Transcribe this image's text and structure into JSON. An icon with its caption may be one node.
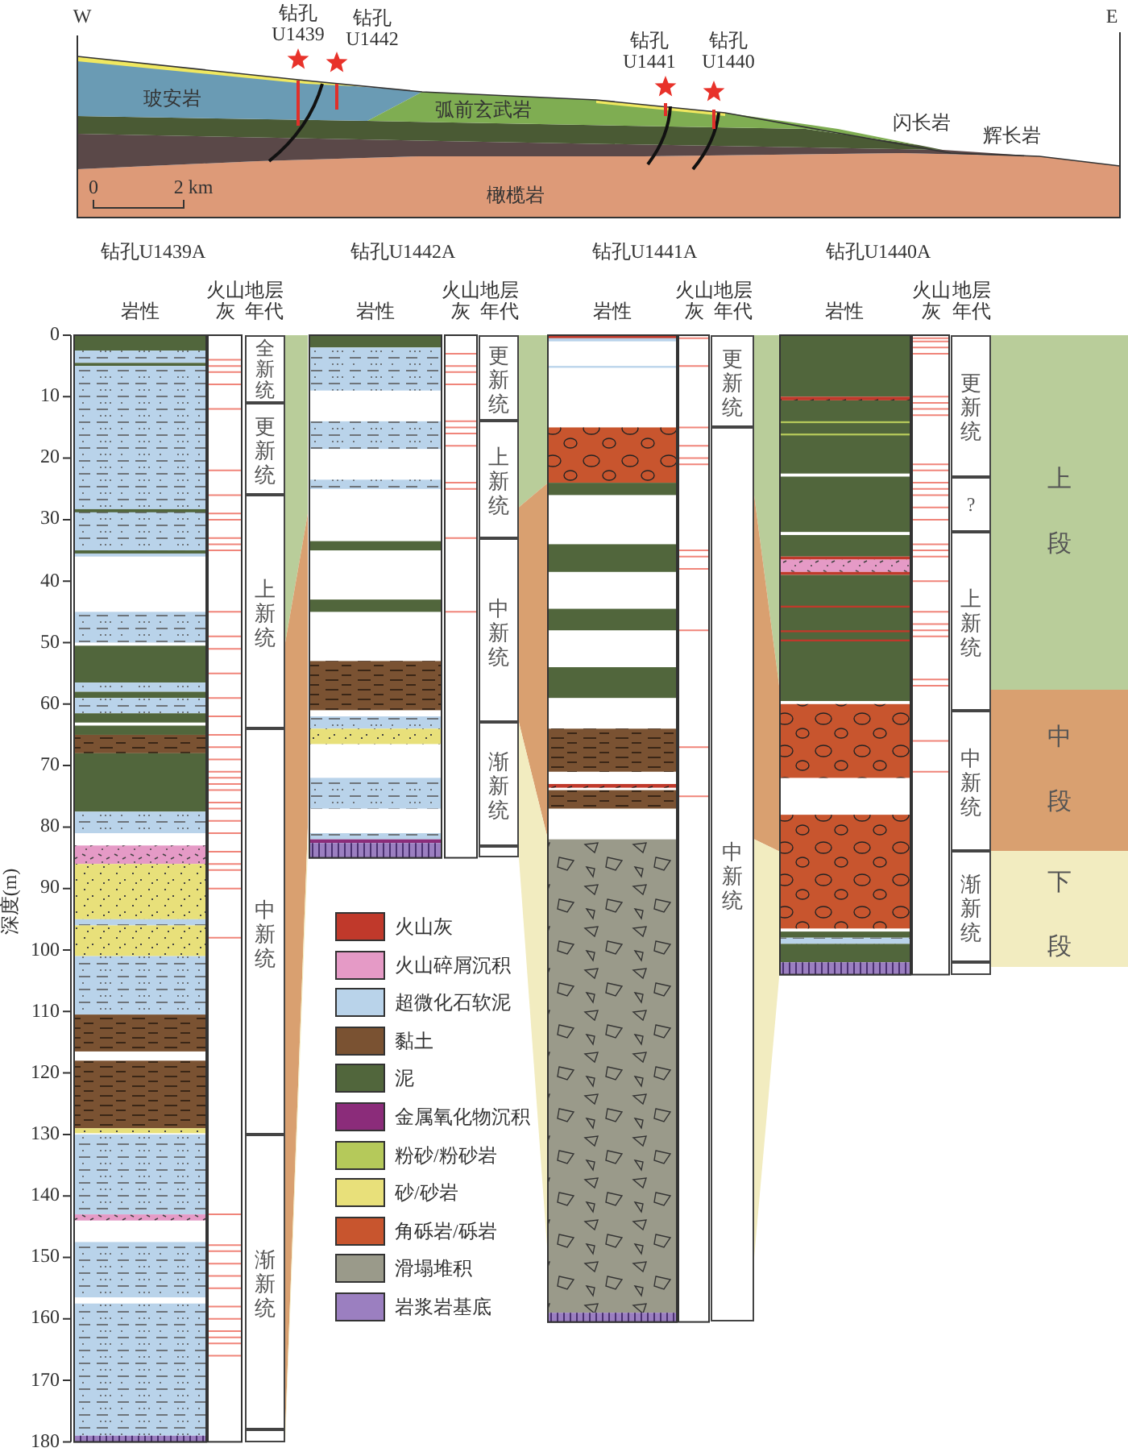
{
  "diagram": {
    "nodes": [
      {
        "text": [
          "全新统"
        ]
      },
      {
        "text": [
          "更新统"
        ]
      },
      {
        "text": [
          "上新统"
        ]
      },
      {
        "text": [
          "中新统"
        ]
      },
      {
        "text": [
          "渐新统"
        ]
      },
      {
        "text": [],
        "shape": "box"
      },
      {
        "text": [
          "更新统"
        ]
      },
      {
        "text": [
          "上新统"
        ]
      },
      {
        "text": [
          "中新统"
        ]
      },
      {
        "text": [
          "渐新统"
        ]
      },
      {
        "text": [],
        "shape": "box"
      },
      {
        "text": [
          "更新统"
        ]
      },
      {
        "text": [
          "中新统"
        ]
      },
      {
        "text": [
          "更新统"
        ]
      },
      {
        "text": [
          "?"
        ]
      },
      {
        "text": [
          "上新统"
        ]
      },
      {
        "text": [
          "中新统"
        ]
      },
      {
        "text": [
          "渐新统"
        ]
      },
      {
        "text": [],
        "shape": "box"
      },
      {
        "text": [
          "上段"
        ]
      },
      {
        "text": [
          "中段"
        ]
      },
      {
        "text": [
          "下段"
        ]
      }
    ],
    "labels": [
      "W",
      "E",
      "钻孔U1439",
      "钻孔U1442",
      "钻孔U1441",
      "钻孔U1440",
      "玻安岩",
      "弧前玄武岩",
      "闪长岩",
      "辉长岩",
      "0",
      "2 km",
      "橄榄岩",
      "钻孔U1439A",
      "钻孔U1442A",
      "钻孔U1441A",
      "钻孔U1440A",
      "岩性",
      "火山灰",
      "地层年代",
      "岩性",
      "火山灰",
      "地层年代",
      "岩性",
      "火山灰",
      "地层年代",
      "岩性",
      "火山灰",
      "地层年代",
      "0",
      "10",
      "20",
      "30",
      "40",
      "50",
      "60",
      "70",
      "80",
      "90",
      "100",
      "110",
      "120",
      "130",
      "140",
      "150",
      "160",
      "170",
      "180",
      "深度(m)"
    ],
    "legend": [
      {
        "text": "火山灰",
        "color": "#c0392b"
      },
      {
        "text": "火山碎屑沉积",
        "color": "#e59ac6"
      },
      {
        "text": "超微化石软泥",
        "color": "#b9d3ea"
      },
      {
        "text": "黏土",
        "color": "#7a5232"
      },
      {
        "text": "泥",
        "color": "#51663c"
      },
      {
        "text": "金属氧化物沉积",
        "color": "#8b2c7a"
      },
      {
        "text": "粉砂/粉砂岩",
        "color": "#b5c95a"
      },
      {
        "text": "砂/砂岩",
        "color": "#e8e07a"
      },
      {
        "text": "角砾岩/砾岩",
        "color": "#c8552e"
      },
      {
        "text": "滑塌堆积",
        "color": "#9a9a8a"
      },
      {
        "text": "岩浆岩基底",
        "color": "#9b7fc0"
      }
    ]
  }
}
